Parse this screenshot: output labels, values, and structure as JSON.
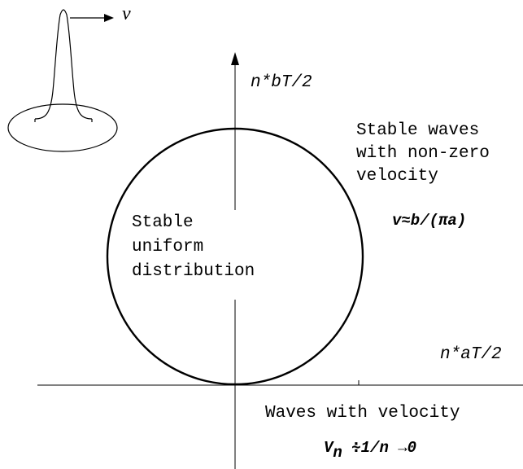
{
  "inset": {
    "velocity_symbol": "v"
  },
  "axes": {
    "vertical_label": {
      "prefix": "n",
      "rest": "*bT/2"
    },
    "horizontal_label": {
      "prefix": "n",
      "rest": "*aT/2"
    }
  },
  "regions": {
    "inside_circle": [
      "Stable",
      "uniform",
      "distribution"
    ],
    "outside_circle": [
      "Stable waves",
      "with non-zero",
      "velocity"
    ],
    "outside_formula": "v≈b/(πa)",
    "bottom_text": "Waves with velocity",
    "bottom_formula": {
      "v": "V",
      "sub": "n",
      "rest": " ∻1/n →0"
    }
  }
}
